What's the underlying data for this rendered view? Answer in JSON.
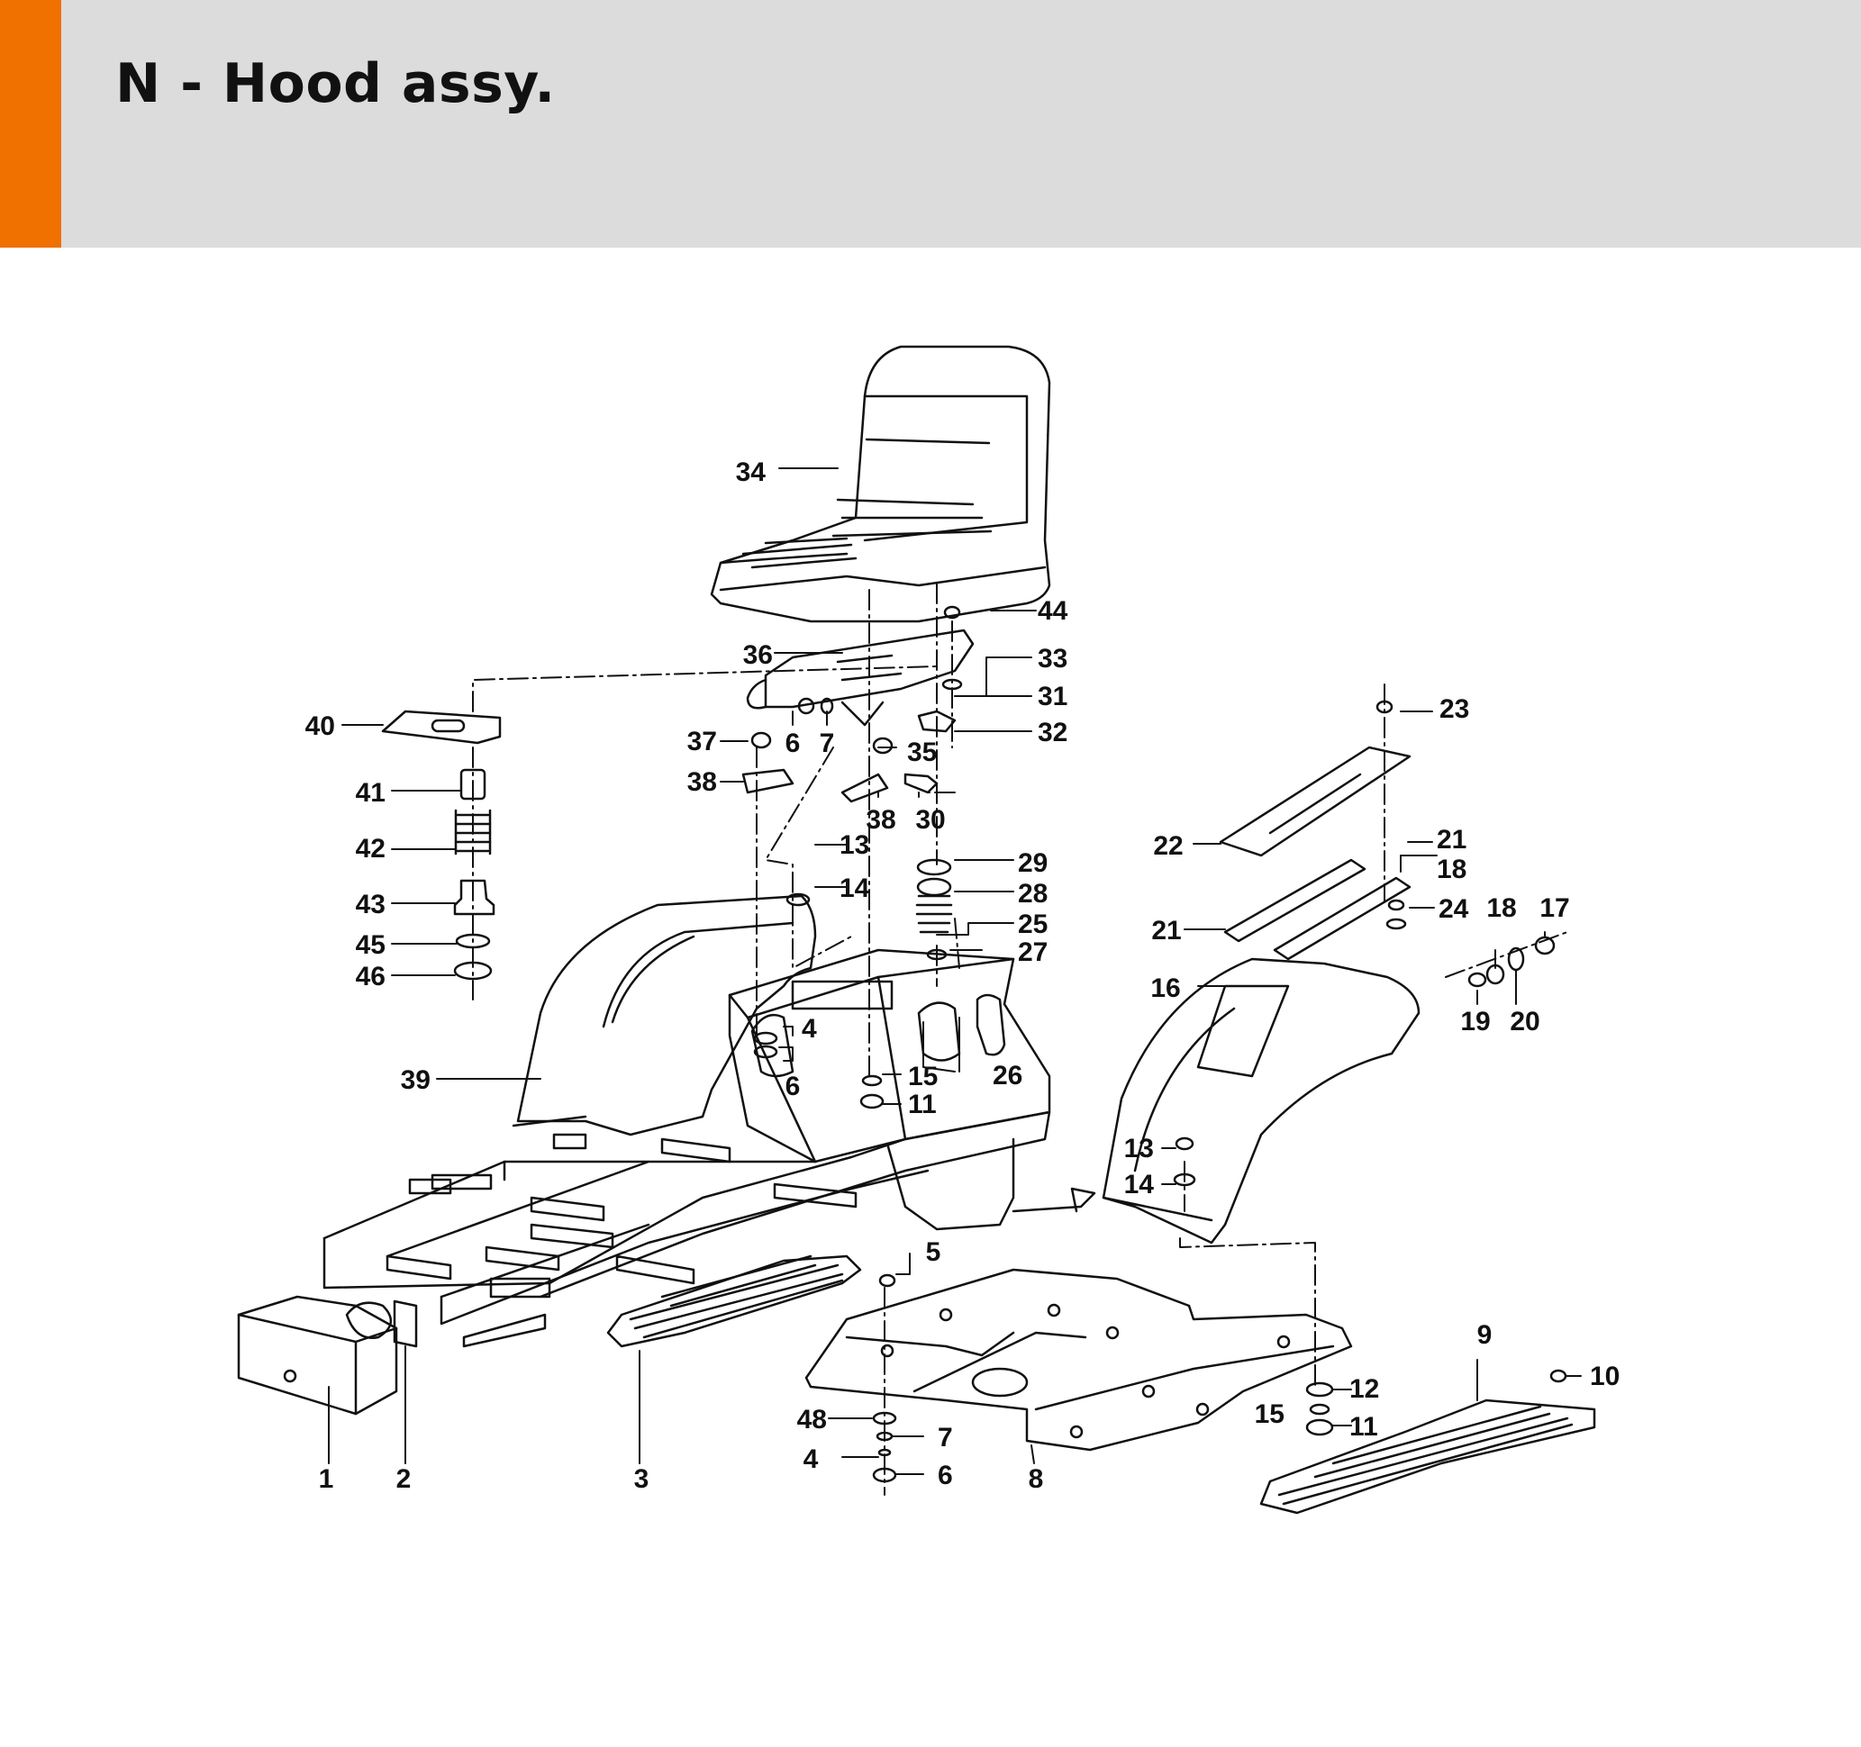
{
  "page": {
    "title": "N - Hood assy.",
    "accent_color": "#f07000",
    "header_color": "#dcdcdc"
  },
  "diagram": {
    "labels": [
      "1",
      "2",
      "3",
      "4",
      "4",
      "5",
      "6",
      "6",
      "6",
      "7",
      "7",
      "8",
      "9",
      "10",
      "11",
      "11",
      "12",
      "13",
      "13",
      "14",
      "14",
      "15",
      "15",
      "16",
      "17",
      "18",
      "18",
      "19",
      "20",
      "21",
      "21",
      "22",
      "23",
      "24",
      "25",
      "26",
      "27",
      "28",
      "29",
      "30",
      "31",
      "32",
      "33",
      "34",
      "35",
      "36",
      "37",
      "38",
      "38",
      "39",
      "40",
      "41",
      "42",
      "43",
      "44",
      "45",
      "46",
      "48"
    ]
  }
}
